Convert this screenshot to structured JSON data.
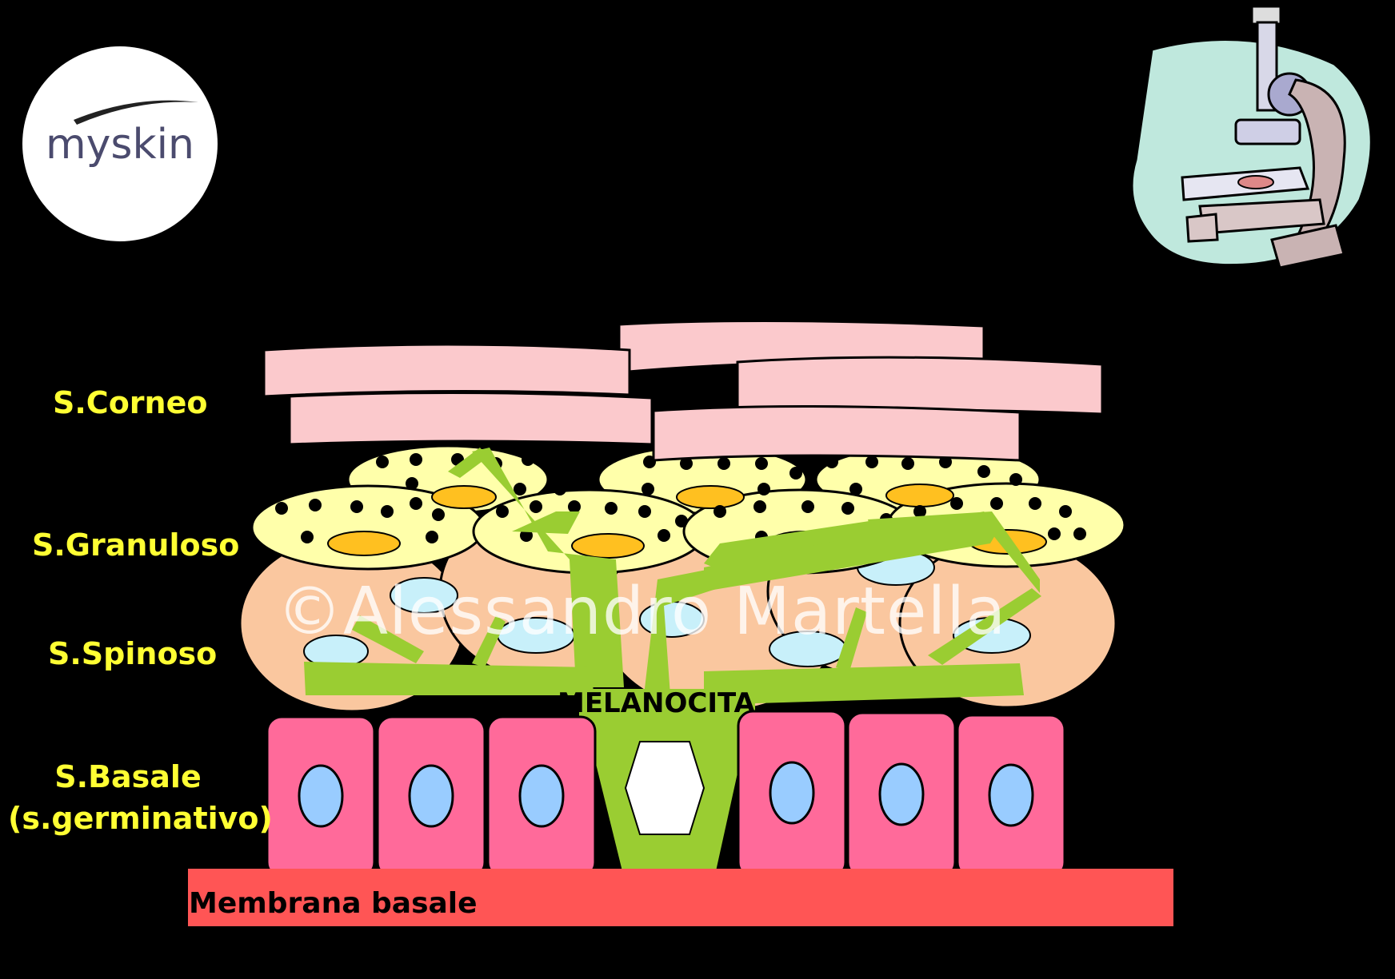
{
  "logo": {
    "text": "myskin",
    "icon": "myskin-logo"
  },
  "icons": {
    "microscope": "microscope-icon"
  },
  "layers": {
    "corneo": "S.Corneo",
    "granuloso": "S.Granuloso",
    "spinoso": "S.Spinoso",
    "basale_line1": "S.Basale",
    "basale_line2": "(s.germinativo)"
  },
  "labels": {
    "melanocita": "MELANOCITA",
    "membrana": "Membrana basale"
  },
  "watermark": "©Alessandro Martella",
  "colors": {
    "background": "#000000",
    "label_yellow": "#ffff33",
    "corneo_pink": "#fbc9cc",
    "granulosa_yellow": "#ffffaa",
    "granulosa_nucleus": "#ffc020",
    "spinosa_peach": "#fac79f",
    "spinosa_nucleus": "#c8f0fa",
    "basal_pink": "#ff6a9a",
    "basal_nucleus": "#99ccff",
    "melanocyte_green": "#9acd32",
    "membrane_red": "#ff5555"
  }
}
